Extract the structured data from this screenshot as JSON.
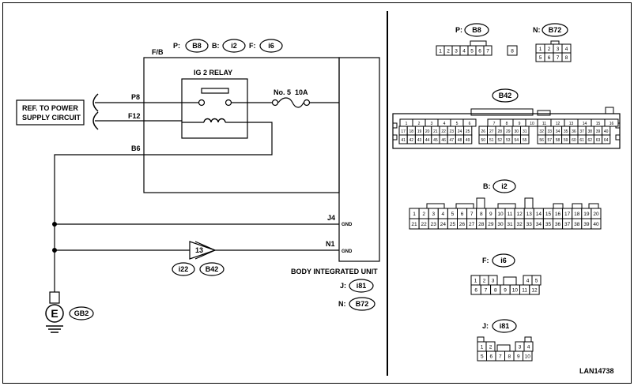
{
  "diagram": {
    "code": "LAN14738",
    "power_box": [
      "REF. TO POWER",
      "SUPPLY CIRCUIT"
    ],
    "fb_label": "F/B",
    "relay_label": "IG 2 RELAY",
    "fuse_no": "No. 5",
    "fuse_amp": "10A",
    "unit_label": "BODY INTEGRATED UNIT",
    "gnd": "GND",
    "wires": {
      "p8": "P8",
      "f12": "F12",
      "b6": "B6",
      "j4": "J4",
      "n1": "N1"
    },
    "joint_no": "13",
    "top_refs": [
      {
        "key": "P:",
        "conn": "B8"
      },
      {
        "key": "B:",
        "conn": "i2"
      },
      {
        "key": "F:",
        "conn": "i6"
      }
    ],
    "joint_refs": [
      "i22",
      "B42"
    ],
    "unit_refs": [
      {
        "key": "J:",
        "conn": "i81"
      },
      {
        "key": "N:",
        "conn": "B72"
      }
    ],
    "ground": {
      "symbol": "E",
      "conn": "GB2"
    }
  },
  "connectors": {
    "b8": {
      "key": "P:",
      "conn": "B8",
      "pins": [
        "1",
        "2",
        "3",
        "4",
        "5",
        "6",
        "7",
        "8"
      ]
    },
    "b72": {
      "key": "N:",
      "conn": "B72",
      "top": [
        "1",
        "2",
        "3",
        "4"
      ],
      "bottom": [
        "5",
        "6",
        "7",
        "8"
      ]
    },
    "b42": {
      "conn": "B42",
      "g1_top": [
        "1",
        "2",
        "3",
        "4",
        "5",
        "6"
      ],
      "g1_mid": [
        "17",
        "18",
        "19",
        "20",
        "21",
        "22",
        "23",
        "24",
        "25"
      ],
      "g1_bot": [
        "41",
        "42",
        "43",
        "44",
        "45",
        "46",
        "47",
        "48",
        "49"
      ],
      "g2_top": [
        "7",
        "8",
        "9",
        "10"
      ],
      "g2_mid": [
        "26",
        "27",
        "28",
        "29",
        "30",
        "31"
      ],
      "g2_bot": [
        "50",
        "51",
        "52",
        "53",
        "54",
        "55"
      ],
      "g3_top": [
        "11",
        "12",
        "13",
        "14",
        "15",
        "16"
      ],
      "g3_mid": [
        "32",
        "33",
        "34",
        "35",
        "36",
        "37",
        "38",
        "39",
        "40"
      ],
      "g3_bot": [
        "56",
        "57",
        "58",
        "59",
        "60",
        "61",
        "62",
        "63",
        "64"
      ]
    },
    "i2": {
      "key": "B:",
      "conn": "i2",
      "top": [
        "1",
        "2",
        "3",
        "4",
        "5",
        "6",
        "7",
        "8",
        "9",
        "10",
        "11",
        "12",
        "13",
        "14",
        "15",
        "16",
        "17",
        "18",
        "19",
        "20"
      ],
      "bottom": [
        "21",
        "22",
        "23",
        "24",
        "25",
        "26",
        "27",
        "28",
        "29",
        "30",
        "31",
        "32",
        "33",
        "34",
        "35",
        "36",
        "37",
        "38",
        "39",
        "40"
      ]
    },
    "i6": {
      "key": "F:",
      "conn": "i6",
      "top_left": [
        "1",
        "2",
        "3"
      ],
      "top_right": [
        "4",
        "5"
      ],
      "bottom": [
        "6",
        "7",
        "8",
        "9",
        "10",
        "11",
        "12"
      ]
    },
    "i81": {
      "key": "J:",
      "conn": "i81",
      "top_left": [
        "1",
        "2"
      ],
      "top_right": [
        "3",
        "4"
      ],
      "bottom": [
        "5",
        "6",
        "7",
        "8",
        "9",
        "10"
      ]
    }
  }
}
